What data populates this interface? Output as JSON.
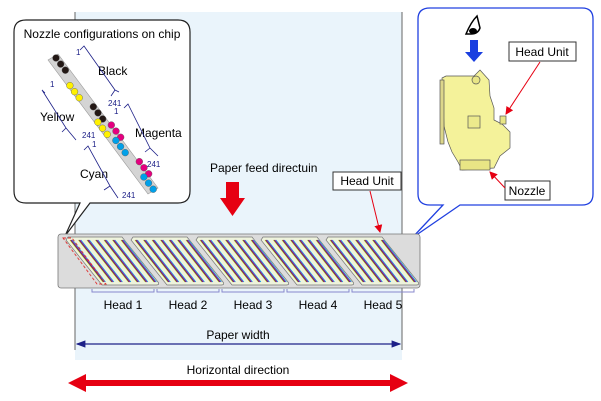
{
  "left_callout": {
    "title": "Nozzle configurations on chip",
    "colors": [
      {
        "name": "Black",
        "start": "1",
        "end": "241",
        "hex": "#231815"
      },
      {
        "name": "Yellow",
        "start": "1",
        "end": "241",
        "hex": "#fff100"
      },
      {
        "name": "Magenta",
        "start": "1",
        "end": "241",
        "hex": "#e4007f"
      },
      {
        "name": "Cyan",
        "start": "1",
        "end": "241",
        "hex": "#00a0e9"
      }
    ]
  },
  "right_callout": {
    "head_unit_label": "Head Unit",
    "nozzle_label": "Nozzle",
    "view_icon": "eye-icon"
  },
  "paper_feed_label": "Paper feed directuin",
  "head_unit_label": "Head Unit",
  "heads": [
    "Head 1",
    "Head 2",
    "Head 3",
    "Head 4",
    "Head 5"
  ],
  "paper_width_label": "Paper width",
  "horizontal_label": "Horizontal direction",
  "colors": {
    "paper": "#eaf4fb",
    "arrow_red": "#e60012",
    "arrow_blue": "#1d2088",
    "callout_blue": "#2040e0",
    "head_fill": "#eef3dc"
  }
}
